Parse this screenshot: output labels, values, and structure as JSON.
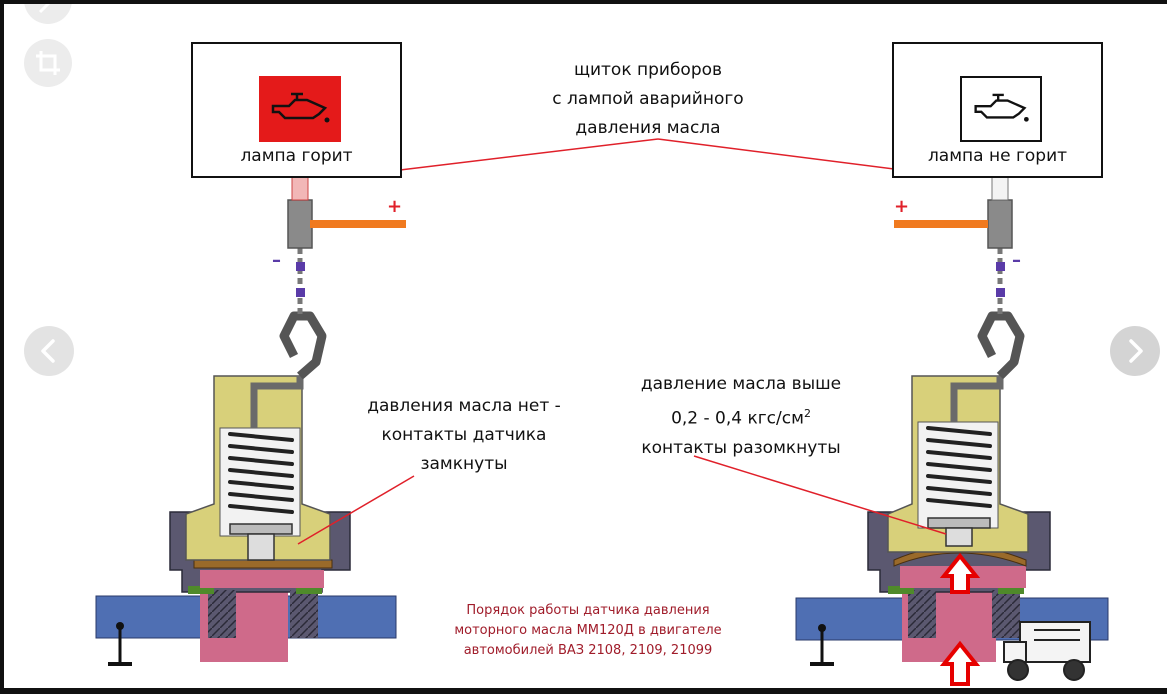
{
  "viewer": {
    "prev_icon": "chevron-left-icon",
    "next_icon": "chevron-right-icon",
    "crop_icon": "crop-icon",
    "edit_icon": "pencil-icon"
  },
  "diagram": {
    "panel_label": [
      "щиток приборов",
      "с лампой аварийного",
      "давления масла"
    ],
    "lamp_on_label": "лампа горит",
    "lamp_off_label": "лампа не горит",
    "left_note": [
      "давления масла нет -",
      "контакты датчика",
      "замкнуты"
    ],
    "right_note_line1": "давление масла выше",
    "right_note_line2": "0,2 - 0,4 кгс/см",
    "right_note_sup": "2",
    "right_note_line3": "контакты разомкнуты",
    "plus_sign": "+",
    "minus_sign": "–",
    "caption": [
      "Порядок работы датчика давления",
      "моторного масла ММ120Д в двигателе",
      "автомобилей ВАЗ 2108, 2109, 21099"
    ],
    "icons": [
      "oil-can-icon",
      "oil-can-icon"
    ],
    "colors": {
      "lamp_on": "#e41a1a",
      "wire_plus": "#f07a1f",
      "wire_minus": "#5a3ba8",
      "brass_body": "#d8d07a",
      "housing": "#5b5870",
      "pipe": "#4f6fb3",
      "oil": "#cf6a8a",
      "pressure_arrow": "#e60000",
      "caption_text": "#a01c2a",
      "pointer_line": "#e0202a"
    }
  }
}
